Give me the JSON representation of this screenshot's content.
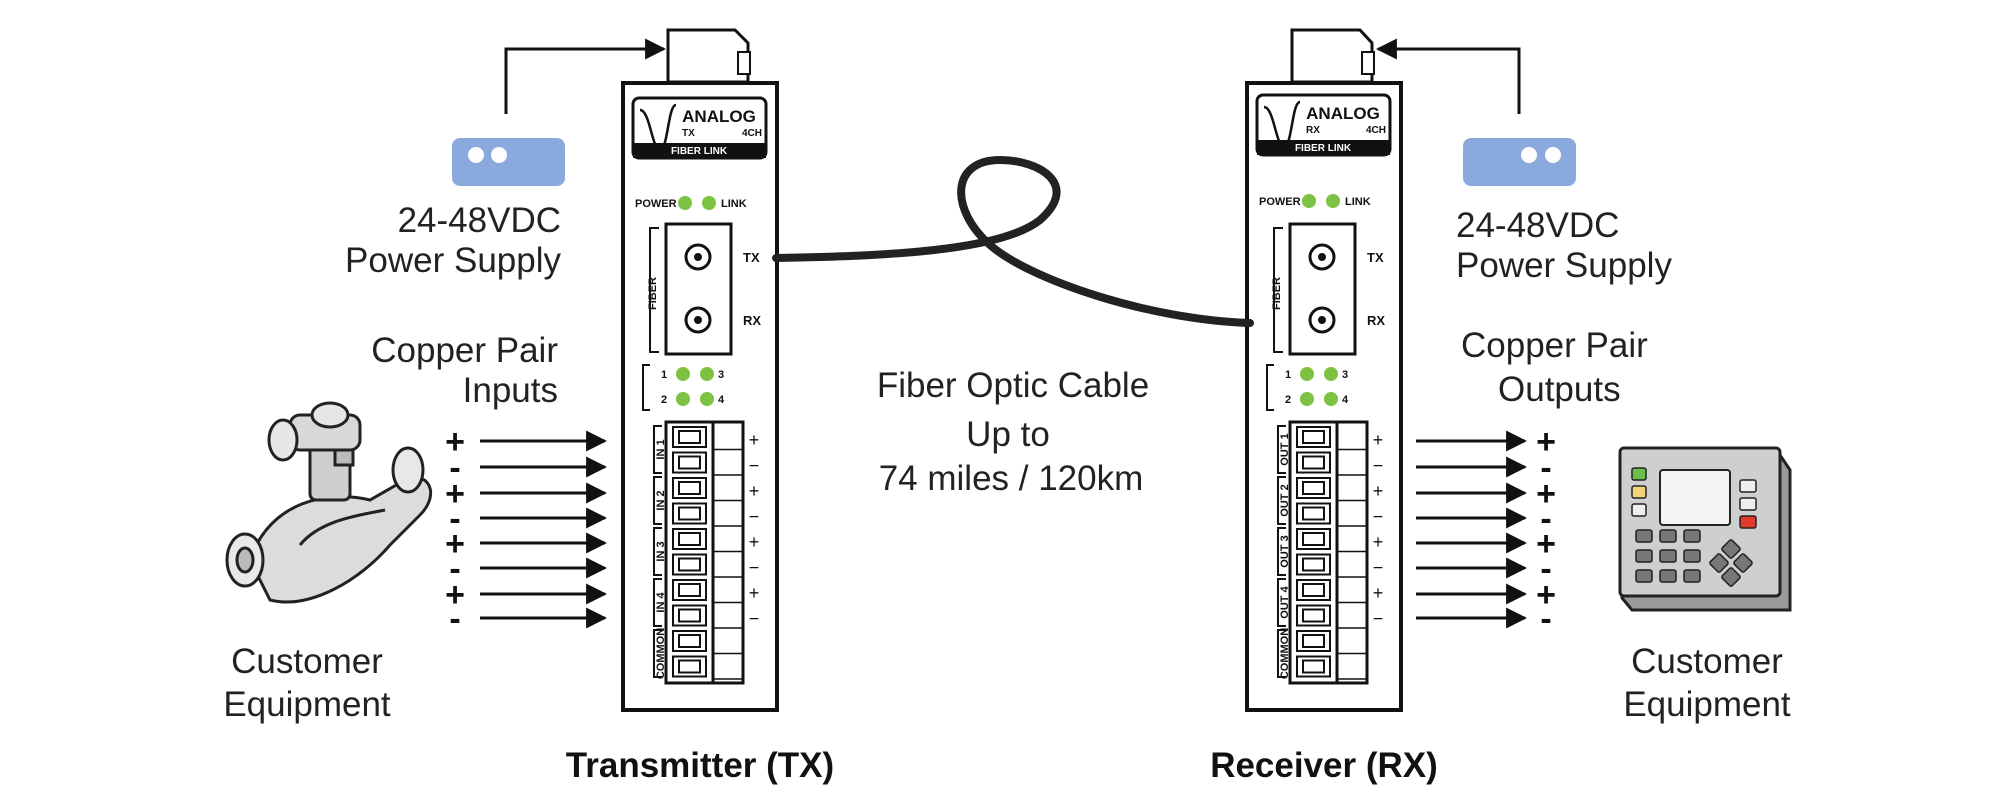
{
  "left": {
    "power_supply": {
      "line1": "24-48VDC",
      "line2": "Power Supply"
    },
    "copper": {
      "line1": "Copper Pair",
      "line2": "Inputs"
    },
    "equipment": {
      "line1": "Customer",
      "line2": "Equipment"
    },
    "signs": [
      "+",
      "-",
      "+",
      "-",
      "+",
      "-",
      "+",
      "-"
    ],
    "title": "Transmitter (TX)"
  },
  "right": {
    "power_supply": {
      "line1": "24-48VDC",
      "line2": "Power Supply"
    },
    "copper": {
      "line1": "Copper Pair",
      "line2": "Outputs"
    },
    "equipment": {
      "line1": "Customer",
      "line2": "Equipment"
    },
    "signs": [
      "+",
      "-",
      "+",
      "-",
      "+",
      "-",
      "+",
      "-"
    ],
    "title": "Receiver (RX)"
  },
  "cable": {
    "line1": "Fiber Optic Cable",
    "line2": "Up to",
    "line3": "74 miles / 120km"
  },
  "tx_unit": {
    "logo": "ANALOG",
    "mode": "TX",
    "channels": "4CH",
    "band": "FIBER LINK",
    "power": "POWER",
    "link": "LINK",
    "fiber": "FIBER",
    "port_tx": "TX",
    "port_rx": "RX",
    "leds": [
      "1",
      "3",
      "2",
      "4"
    ],
    "terminals": [
      "IN 1",
      "IN 2",
      "IN 3",
      "IN 4",
      "COMMON"
    ],
    "term_signs": [
      "+",
      "−",
      "+",
      "−",
      "+",
      "−",
      "+",
      "−"
    ]
  },
  "rx_unit": {
    "logo": "ANALOG",
    "mode": "RX",
    "channels": "4CH",
    "band": "FIBER LINK",
    "power": "POWER",
    "link": "LINK",
    "fiber": "FIBER",
    "port_tx": "TX",
    "port_rx": "RX",
    "leds": [
      "1",
      "3",
      "2",
      "4"
    ],
    "terminals": [
      "OUT 1",
      "OUT 2",
      "OUT 3",
      "OUT 4",
      "COMMON"
    ],
    "term_signs": [
      "+",
      "−",
      "+",
      "−",
      "+",
      "−",
      "+",
      "−"
    ]
  },
  "colors": {
    "led": "#7dc242",
    "psu": "#8aa9dc",
    "ink": "#111111"
  }
}
